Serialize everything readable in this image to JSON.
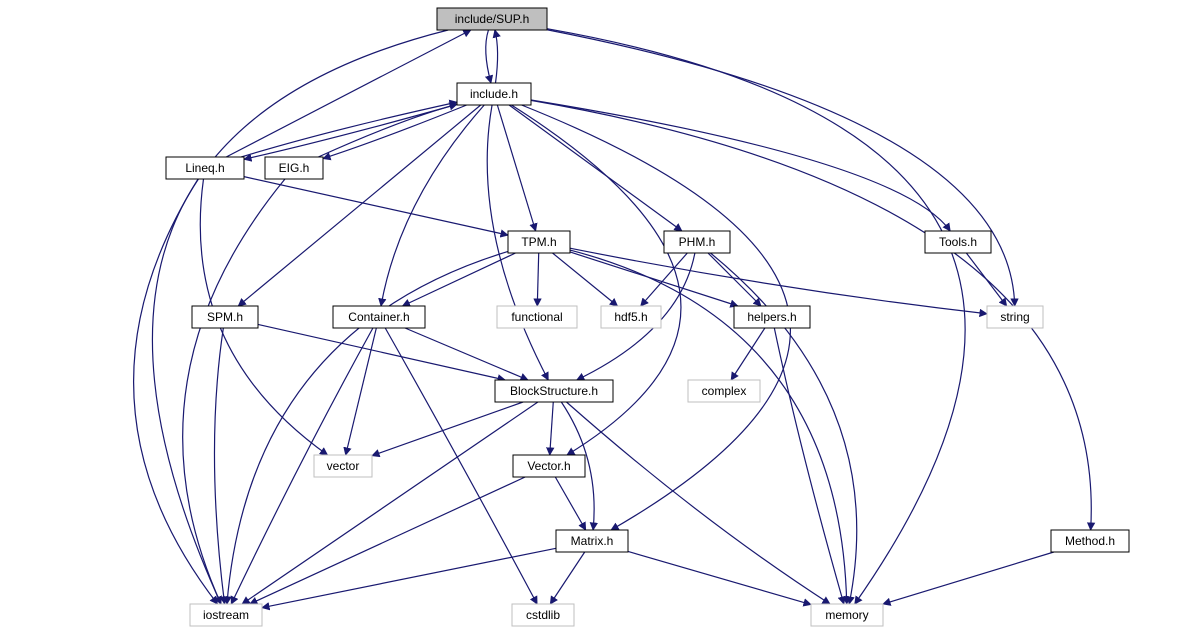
{
  "colors": {
    "edge": "#191970",
    "node_border": "#000000",
    "external_border": "#bfbfbf",
    "root_fill": "#bfbfbf",
    "node_fill": "#ffffff",
    "text": "#000000"
  },
  "nodes": {
    "include_sup_h": {
      "label": "include/SUP.h",
      "kind": "root"
    },
    "include_h": {
      "label": "include.h",
      "kind": "header"
    },
    "lineq_h": {
      "label": "Lineq.h",
      "kind": "header"
    },
    "eig_h": {
      "label": "EIG.h",
      "kind": "header"
    },
    "tpm_h": {
      "label": "TPM.h",
      "kind": "header"
    },
    "phm_h": {
      "label": "PHM.h",
      "kind": "header"
    },
    "tools_h": {
      "label": "Tools.h",
      "kind": "header"
    },
    "spm_h": {
      "label": "SPM.h",
      "kind": "header"
    },
    "container_h": {
      "label": "Container.h",
      "kind": "header"
    },
    "functional": {
      "label": "functional",
      "kind": "external"
    },
    "hdf5_h": {
      "label": "hdf5.h",
      "kind": "external"
    },
    "helpers_h": {
      "label": "helpers.h",
      "kind": "header"
    },
    "string": {
      "label": "string",
      "kind": "external"
    },
    "complex": {
      "label": "complex",
      "kind": "external"
    },
    "blockstructure_h": {
      "label": "BlockStructure.h",
      "kind": "header"
    },
    "vector": {
      "label": "vector",
      "kind": "external"
    },
    "vector_h": {
      "label": "Vector.h",
      "kind": "header"
    },
    "matrix_h": {
      "label": "Matrix.h",
      "kind": "header"
    },
    "method_h": {
      "label": "Method.h",
      "kind": "header"
    },
    "iostream": {
      "label": "iostream",
      "kind": "external"
    },
    "cstdlib": {
      "label": "cstdlib",
      "kind": "external"
    },
    "memory": {
      "label": "memory",
      "kind": "external"
    }
  },
  "edges": [
    {
      "from": "include_sup_h",
      "to": "include_h"
    },
    {
      "from": "include_h",
      "to": "include_sup_h"
    },
    {
      "from": "include_sup_h",
      "to": "iostream"
    },
    {
      "from": "include_sup_h",
      "to": "memory"
    },
    {
      "from": "include_sup_h",
      "to": "string"
    },
    {
      "from": "lineq_h",
      "to": "include_sup_h"
    },
    {
      "from": "include_h",
      "to": "lineq_h"
    },
    {
      "from": "include_h",
      "to": "eig_h"
    },
    {
      "from": "eig_h",
      "to": "include_h"
    },
    {
      "from": "lineq_h",
      "to": "include_h"
    },
    {
      "from": "include_h",
      "to": "tpm_h"
    },
    {
      "from": "include_h",
      "to": "phm_h"
    },
    {
      "from": "include_h",
      "to": "tools_h"
    },
    {
      "from": "include_h",
      "to": "spm_h"
    },
    {
      "from": "include_h",
      "to": "container_h"
    },
    {
      "from": "include_h",
      "to": "blockstructure_h"
    },
    {
      "from": "include_h",
      "to": "vector_h"
    },
    {
      "from": "include_h",
      "to": "matrix_h"
    },
    {
      "from": "include_h",
      "to": "method_h"
    },
    {
      "from": "lineq_h",
      "to": "tpm_h"
    },
    {
      "from": "lineq_h",
      "to": "iostream"
    },
    {
      "from": "lineq_h",
      "to": "vector"
    },
    {
      "from": "eig_h",
      "to": "iostream"
    },
    {
      "from": "tpm_h",
      "to": "container_h"
    },
    {
      "from": "tpm_h",
      "to": "functional"
    },
    {
      "from": "tpm_h",
      "to": "hdf5_h"
    },
    {
      "from": "tpm_h",
      "to": "helpers_h"
    },
    {
      "from": "tpm_h",
      "to": "string"
    },
    {
      "from": "tpm_h",
      "to": "iostream"
    },
    {
      "from": "tpm_h",
      "to": "memory"
    },
    {
      "from": "phm_h",
      "to": "hdf5_h"
    },
    {
      "from": "phm_h",
      "to": "helpers_h"
    },
    {
      "from": "phm_h",
      "to": "blockstructure_h"
    },
    {
      "from": "phm_h",
      "to": "memory"
    },
    {
      "from": "tools_h",
      "to": "string"
    },
    {
      "from": "spm_h",
      "to": "blockstructure_h"
    },
    {
      "from": "spm_h",
      "to": "iostream"
    },
    {
      "from": "container_h",
      "to": "blockstructure_h"
    },
    {
      "from": "container_h",
      "to": "vector"
    },
    {
      "from": "container_h",
      "to": "iostream"
    },
    {
      "from": "container_h",
      "to": "cstdlib"
    },
    {
      "from": "helpers_h",
      "to": "complex"
    },
    {
      "from": "helpers_h",
      "to": "memory"
    },
    {
      "from": "blockstructure_h",
      "to": "vector"
    },
    {
      "from": "blockstructure_h",
      "to": "vector_h"
    },
    {
      "from": "blockstructure_h",
      "to": "matrix_h"
    },
    {
      "from": "blockstructure_h",
      "to": "iostream"
    },
    {
      "from": "blockstructure_h",
      "to": "memory"
    },
    {
      "from": "vector_h",
      "to": "matrix_h"
    },
    {
      "from": "vector_h",
      "to": "iostream"
    },
    {
      "from": "matrix_h",
      "to": "iostream"
    },
    {
      "from": "matrix_h",
      "to": "cstdlib"
    },
    {
      "from": "matrix_h",
      "to": "memory"
    },
    {
      "from": "method_h",
      "to": "memory"
    }
  ]
}
